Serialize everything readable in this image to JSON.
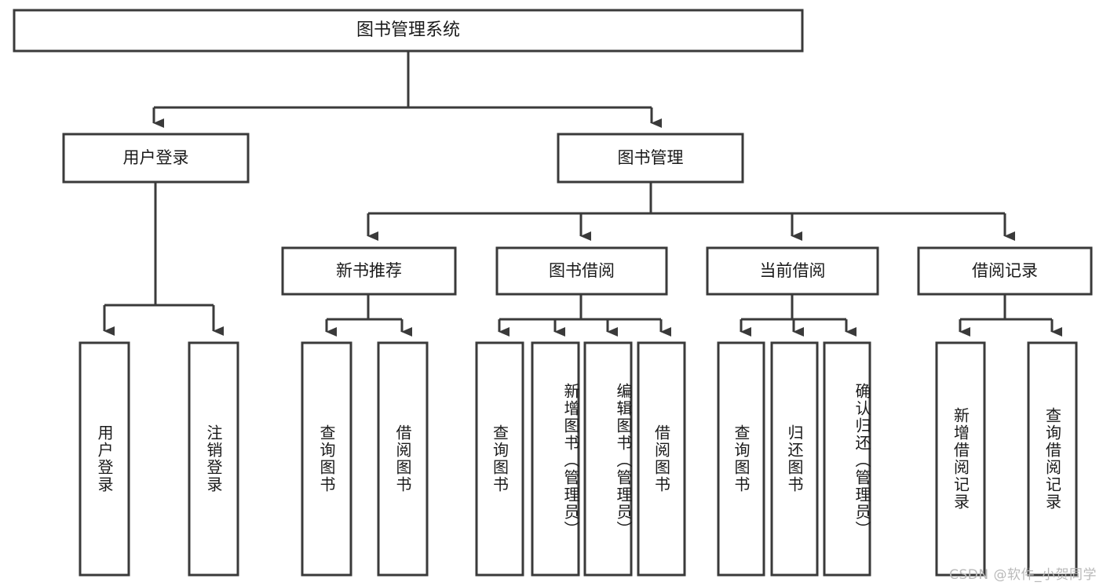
{
  "diagram": {
    "title": "图书管理系统",
    "type": "tree-hierarchy",
    "root": {
      "label": "图书管理系统",
      "children": [
        {
          "label": "用户登录",
          "children": [
            {
              "label": "用户登录"
            },
            {
              "label": "注销登录"
            }
          ]
        },
        {
          "label": "图书管理",
          "children": [
            {
              "label": "新书推荐",
              "children": [
                {
                  "label": "查询图书"
                },
                {
                  "label": "借阅图书"
                }
              ]
            },
            {
              "label": "图书借阅",
              "children": [
                {
                  "label": "查询图书"
                },
                {
                  "label": "新增图书（管理员）"
                },
                {
                  "label": "编辑图书（管理员）"
                },
                {
                  "label": "借阅图书"
                }
              ]
            },
            {
              "label": "当前借阅",
              "children": [
                {
                  "label": "查询图书"
                },
                {
                  "label": "归还图书"
                },
                {
                  "label": "确认归还（管理员）"
                }
              ]
            },
            {
              "label": "借阅记录",
              "children": [
                {
                  "label": "新增借阅记录"
                },
                {
                  "label": "查询借阅记录"
                }
              ]
            }
          ]
        }
      ]
    }
  },
  "labels": {
    "root": "图书管理系统",
    "l1_user_login": "用户登录",
    "l1_book_mgmt": "图书管理",
    "l2_new_book_rec": "新书推荐",
    "l2_book_borrow": "图书借阅",
    "l2_current_borrow": "当前借阅",
    "l2_borrow_record": "借阅记录",
    "leaf_user_login": "用户登录",
    "leaf_logout": "注销登录",
    "leaf_query_book_a": "查询图书",
    "leaf_borrow_book_a": "借阅图书",
    "leaf_query_book_b": "查询图书",
    "leaf_add_book": "新增图书（管理员）",
    "leaf_edit_book": "编辑图书（管理员）",
    "leaf_borrow_book_b": "借阅图书",
    "leaf_query_book_c": "查询图书",
    "leaf_return_book": "归还图书",
    "leaf_confirm_return": "确认归还（管理员）",
    "leaf_add_record": "新增借阅记录",
    "leaf_query_record": "查询借阅记录"
  },
  "watermark": {
    "text": "CSDN @软件_小贺同学"
  },
  "colors": {
    "stroke": "#3a3a3a",
    "fill": "#ffffff",
    "text": "#1a1a1a",
    "watermark": "#b9b9b9"
  }
}
